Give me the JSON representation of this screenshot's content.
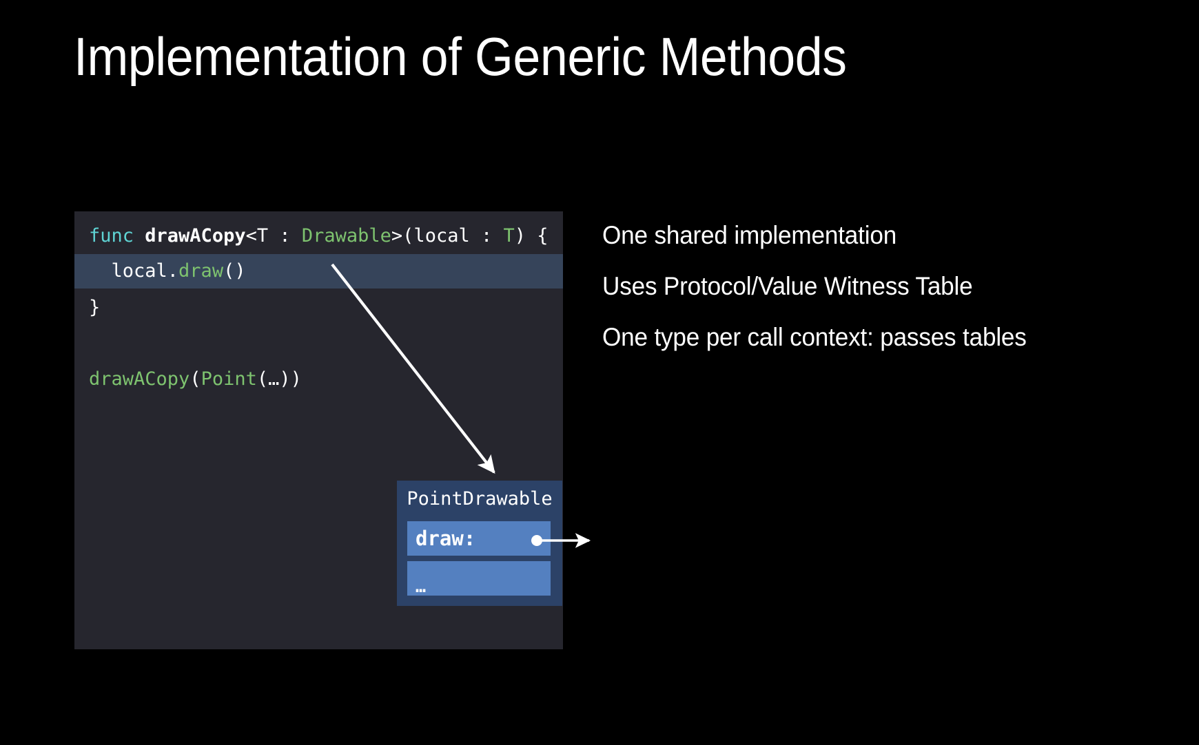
{
  "slide": {
    "title": "Implementation of Generic Methods",
    "background_color": "#000000"
  },
  "code_panel": {
    "background_color": "#26262e",
    "highlight_color": "#36445a",
    "lines": [
      {
        "id": "line-1",
        "tokens": [
          {
            "text": "func ",
            "role": "keyword",
            "color": "#5fd4d4"
          },
          {
            "text": "drawACopy",
            "role": "function-name",
            "color": "#ffffff"
          },
          {
            "text": "<T : ",
            "role": "punctuation",
            "color": "#ffffff"
          },
          {
            "text": "Drawable",
            "role": "type",
            "color": "#7ec36f"
          },
          {
            "text": ">(local : ",
            "role": "punctuation",
            "color": "#ffffff"
          },
          {
            "text": "T",
            "role": "type",
            "color": "#7ec36f"
          },
          {
            "text": ") {",
            "role": "punctuation",
            "color": "#ffffff"
          }
        ],
        "plain": "func drawACopy<T : Drawable>(local : T) {"
      },
      {
        "id": "line-2",
        "highlighted": true,
        "tokens": [
          {
            "text": "  local.",
            "role": "identifier",
            "color": "#ffffff"
          },
          {
            "text": "draw",
            "role": "method",
            "color": "#7ec36f"
          },
          {
            "text": "()",
            "role": "punctuation",
            "color": "#ffffff"
          }
        ],
        "plain": "  local.draw()"
      },
      {
        "id": "line-3",
        "tokens": [
          {
            "text": "}",
            "role": "punctuation",
            "color": "#ffffff"
          }
        ],
        "plain": "}"
      },
      {
        "id": "line-5",
        "tokens": [
          {
            "text": "drawACopy",
            "role": "call",
            "color": "#7ec36f"
          },
          {
            "text": "(",
            "role": "punctuation",
            "color": "#ffffff"
          },
          {
            "text": "Point",
            "role": "type",
            "color": "#7ec36f"
          },
          {
            "text": "(…))",
            "role": "punctuation",
            "color": "#ffffff"
          }
        ],
        "plain": "drawACopy(Point(…))"
      }
    ],
    "line_1_part_1": "func ",
    "line_1_part_2": "drawACopy",
    "line_1_part_3": "<T : ",
    "line_1_part_4": "Drawable",
    "line_1_part_5": ">(local : ",
    "line_1_part_6": "T",
    "line_1_part_7": ") {",
    "line_2_part_1": "  local.",
    "line_2_part_2": "draw",
    "line_2_part_3": "()",
    "line_3_part_1": "}",
    "line_5_part_1": "drawACopy",
    "line_5_part_2": "(",
    "line_5_part_3": "Point",
    "line_5_part_4": "(…))"
  },
  "witness_table": {
    "header": "PointDrawable",
    "container_color": "#2c4267",
    "row_color": "#5480c0",
    "rows": [
      {
        "label": "draw:",
        "has_pointer": true
      },
      {
        "label": "…",
        "has_pointer": false
      }
    ],
    "row_0_label": "draw:",
    "row_1_label": "…"
  },
  "bullets": {
    "items": [
      "One shared implementation",
      "Uses Protocol/Value Witness Table",
      "One type per call context: passes tables"
    ],
    "item_0": "One shared implementation",
    "item_1": "Uses Protocol/Value Witness Table",
    "item_2": "One type per call context: passes tables"
  },
  "annotations": {
    "dispatch_arrow": "arrow-from-draw-call-to-witness-table",
    "impl_arrow": "arrow-from-draw-entry-to-implementation"
  }
}
